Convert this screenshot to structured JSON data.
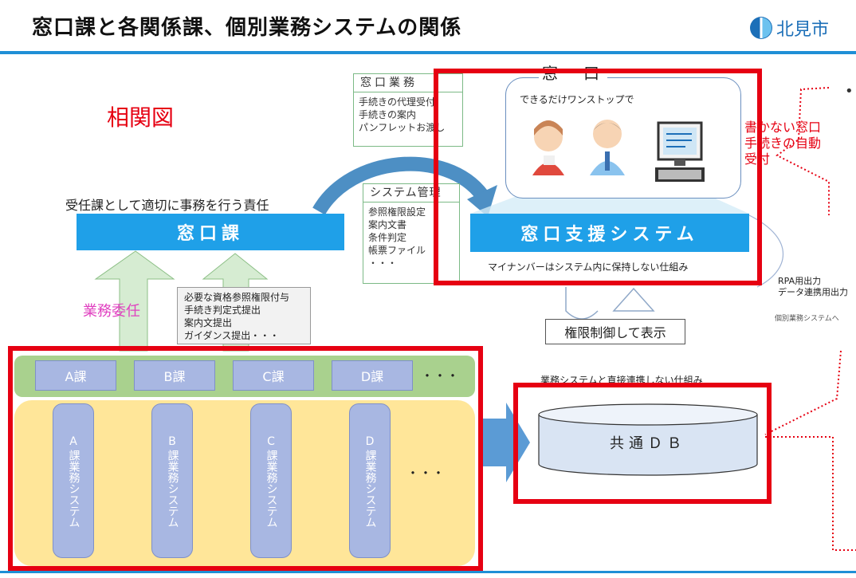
{
  "header": {
    "title": "窓口課と各関係課、個別業務システムの関係",
    "logo_text": "北見市"
  },
  "diagram": {
    "soukanzu": "相関図",
    "madoguchi_gyomu": {
      "head": "窓口業務",
      "lines": [
        "手続きの代理受付",
        "手続きの案内",
        "パンフレットお渡し"
      ]
    },
    "madoguchi_box": {
      "label": "窓　口",
      "caption": "できるだけワンストップで"
    },
    "side_text": [
      "書かない窓口",
      "手続きの自動",
      "受付"
    ],
    "juninka_text": "受任課として適切に事務を行う責任",
    "madoguchi_ka": "窓口課",
    "system_kanri": {
      "head": "システム管理",
      "lines": [
        "参照権限設定",
        "案内文書",
        "条件判定",
        "帳票ファイル",
        "・・・"
      ]
    },
    "shien_system": "窓口支援システム",
    "mynumber_note": "マイナンバーはシステム内に保持しない仕組み",
    "rpa_lines": [
      "RPA用出力",
      "データ連携用出力"
    ],
    "kobetsu_note": "個別業務システムへ",
    "gyomu_inin": "業務委任",
    "requirements": [
      "必要な資格参照権限付与",
      "手続き判定式提出",
      "案内文提出",
      "ガイダンス提出・・・"
    ],
    "kengen": "権限制御して表示",
    "gyomu_system_note": "業務システムと直接連携しない仕組み",
    "departments": [
      "A課",
      "B課",
      "C課",
      "D課"
    ],
    "dept_ellipsis": "・・・",
    "systems": [
      {
        "letter": "A",
        "chars": "課業務システム"
      },
      {
        "letter": "B",
        "chars": "課業務システム"
      },
      {
        "letter": "C",
        "chars": "課業務システム"
      },
      {
        "letter": "D",
        "chars": "課業務システム"
      }
    ],
    "system_ellipsis": "・・・",
    "common_db": "共通ＤＢ"
  },
  "colors": {
    "accent_blue": "#1fa0e8",
    "highlight_red": "#e60012",
    "dept_green": "#a9d18e",
    "system_yellow": "#ffe699",
    "dept_purple": "#a8b7e2",
    "pink_text": "#e040c0"
  }
}
